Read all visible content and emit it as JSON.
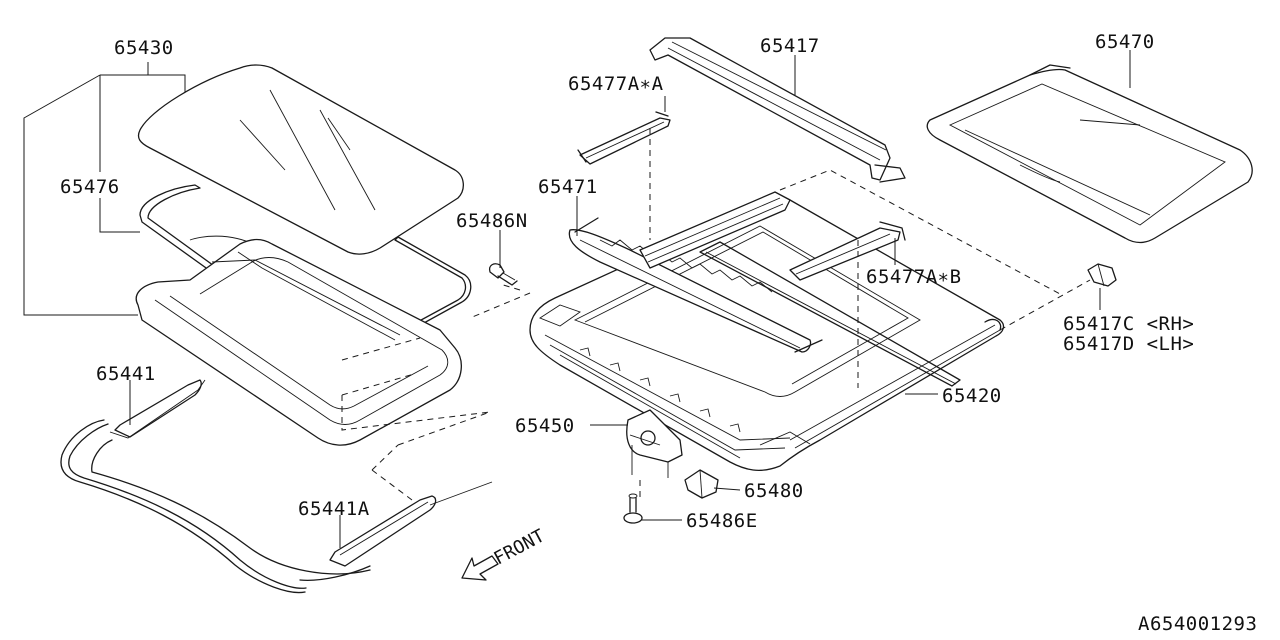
{
  "drawing_id": "A654001293",
  "front_label": "FRONT",
  "callouts": {
    "glass": "65430",
    "weatherstrip": "65476",
    "deflector_a": "65477A∗A",
    "deflector_b": "65477A∗B",
    "front_rail": "65417",
    "sunshade": "65470",
    "side_rail": "65471",
    "clip_n": "65486N",
    "rail_rh": "65417C <RH>",
    "rail_lh": "65417D <LH>",
    "frame": "65420",
    "drain_hose": "65441",
    "drain_hose_a": "65441A",
    "motor": "65450",
    "relay": "65480",
    "bolt_e": "65486E"
  },
  "icons": {
    "front_arrow": "front-arrow-icon"
  }
}
